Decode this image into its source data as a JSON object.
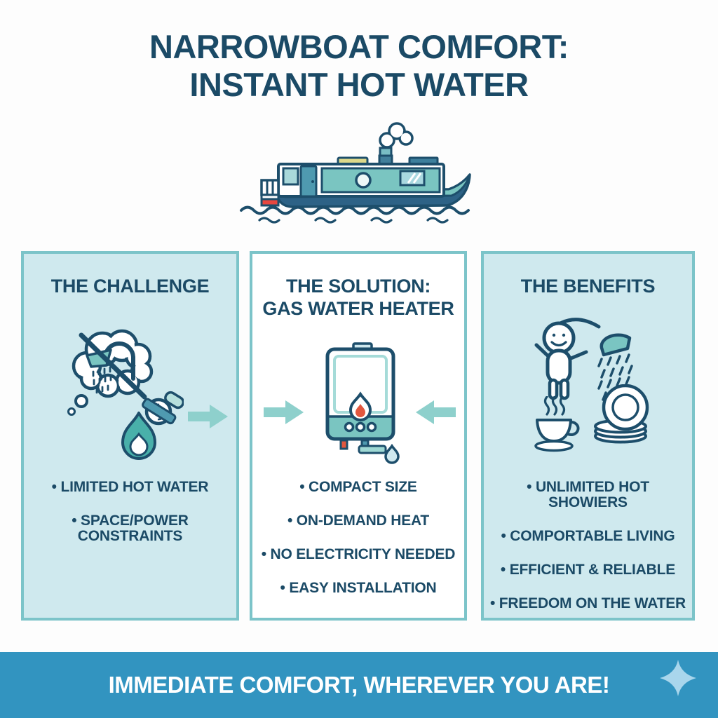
{
  "title": {
    "line1": "NARROWBOAT COMFORT:",
    "line2": "INSTANT HOT WATER"
  },
  "hero": {
    "illustration": "narrowboat-with-chimney-smoke-on-water"
  },
  "panels": [
    {
      "header": "THE CHALLENGE",
      "icons": [
        "no-shower-thought-bubble-icon",
        "gas-valve-icon",
        "flame-icon",
        "arrow-right-icon"
      ],
      "bullets": [
        "LIMITED HOT WATER",
        "SPACE/POWER CONSTRAINTS"
      ]
    },
    {
      "header": "THE SOLUTION:",
      "header2": "GAS WATER HEATER",
      "icons": [
        "arrow-right-icon",
        "gas-water-heater-icon",
        "arrow-left-icon"
      ],
      "bullets": [
        "COMPACT SIZE",
        "ON-DEMAND HEAT",
        "NO ELECTRICITY NEEDED",
        "EASY INSTALLATION"
      ]
    },
    {
      "header": "THE BENEFITS",
      "icons": [
        "person-shower-icon",
        "coffee-cup-icon",
        "plates-stack-icon"
      ],
      "bullets": [
        "UNLIMITED HOT SHOWIERS",
        "COMPORTABLE LIVING",
        "EFFICIENT & RELIABLE",
        "FREEDOM ON THE WATER"
      ]
    }
  ],
  "banner": {
    "text": "IMMEDIATE COMFORT, WHEREVER YOU ARE!",
    "icon": "sparkle-icon"
  },
  "colors": {
    "navy_text": "#1b4a66",
    "outline_navy": "#1d4e6b",
    "panel_bg": "#cfe9ee",
    "panel_border": "#7cc4c9",
    "teal_fill": "#7ac5c1",
    "mid_teal": "#4f9ab0",
    "light_teal": "#b7e0dd",
    "arrow_teal": "#8ed0cc",
    "banner_bg": "#3294c0",
    "sparkle_blue": "#a9d6ec",
    "flame_teal": "#49b0aa",
    "flame_orange": "#e2573f",
    "bow_red": "#e8473f",
    "hull_blue": "#2d6286",
    "skylight_yellow": "#ddd98b"
  }
}
